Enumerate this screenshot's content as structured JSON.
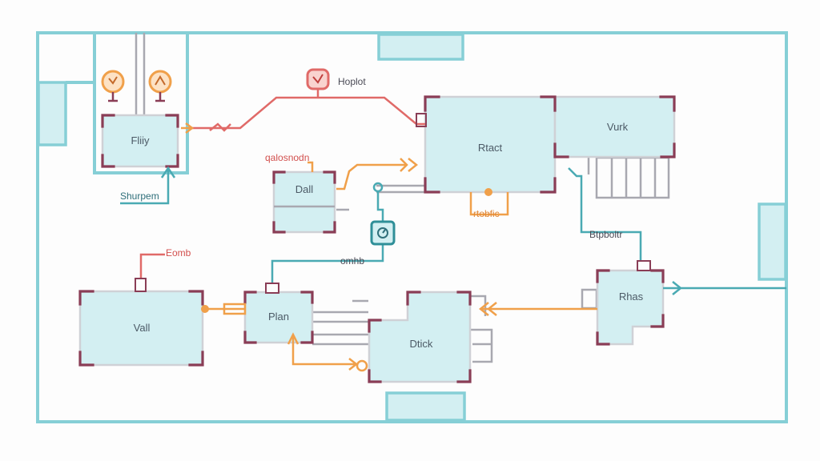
{
  "rooms": {
    "r1": "Fliiy",
    "r2": "Dall",
    "r3": "Rtact",
    "r4": "Vurk",
    "r5": "Vall",
    "r6": "Plan",
    "r7": "Dtick",
    "r8": "Rhas"
  },
  "labels": {
    "hoplot": "Hoplot",
    "sharpen": "Shurpem",
    "quiosnodn": "qalosnodn",
    "rtobfic": "rtobfic",
    "bpboaltr": "Btpboltr",
    "fomb": "Eomb",
    "ombb": "omhb"
  },
  "colors": {
    "wall": "#86cfd6",
    "room_fill": "#d3eff2",
    "corner": "#8a3d56",
    "pipe_red": "#e06a68",
    "pipe_orange": "#f0a04a",
    "pipe_teal": "#4aaab3",
    "pipe_gray": "#a8a8b0"
  },
  "icons": {
    "top_left_a": "orange-valve-icon",
    "top_left_b": "orange-gauge-icon",
    "hoplot": "red-fixture-icon",
    "meter": "teal-meter-icon"
  }
}
